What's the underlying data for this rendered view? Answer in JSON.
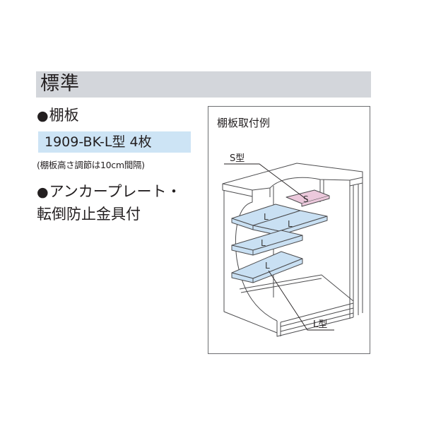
{
  "header": {
    "title": "標準"
  },
  "items": [
    {
      "bullet": "●",
      "label": "棚板",
      "model": "1909-BK-L型 4枚",
      "note": "(棚板高さ調節は10cm間隔)"
    },
    {
      "bullet": "●",
      "label_line1": "アンカープレート・",
      "label_line2": "転倒防止金具付"
    }
  ],
  "diagram": {
    "title": "棚板取付例",
    "callouts": {
      "s_type": "S型",
      "l_type": "L型"
    },
    "shelf_labels": {
      "s": "S",
      "l1": "L",
      "l2": "L",
      "l3": "L",
      "l4": "L"
    }
  },
  "colors": {
    "header_bg": "#d3d6db",
    "model_bg": "#cde4f5",
    "shelf_l": "#c9e0f3",
    "shelf_s": "#ecc9dc",
    "frame_border": "#6d6e71"
  }
}
